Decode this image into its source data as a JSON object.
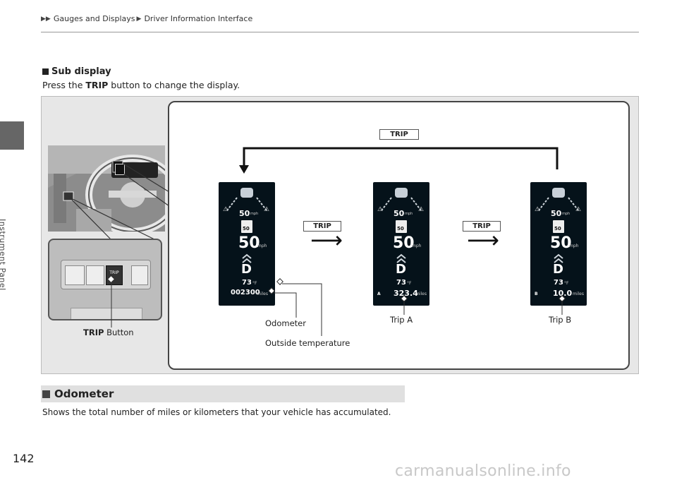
{
  "sidebar": {
    "section_label": "Instrument Panel"
  },
  "breadcrumb": {
    "items": [
      "Gauges and Displays",
      "Driver Information Interface"
    ]
  },
  "section": {
    "title": "Sub display",
    "intro_before": "Press the ",
    "intro_button": "TRIP",
    "intro_after": " button to change the display."
  },
  "figure": {
    "trip_label": "TRIP",
    "button_caption_bold": "TRIP",
    "button_caption_rest": " Button",
    "steering_button_label": "TRIP",
    "screens": [
      {
        "speed_small": "50",
        "unit_small": "mph",
        "limit": "50",
        "speed": "50",
        "unit": "mph",
        "gear": "D",
        "temp": "73",
        "temp_unit": "°F",
        "prefix": "",
        "reading": "002300",
        "reading_unit": "miles"
      },
      {
        "speed_small": "50",
        "unit_small": "mph",
        "limit": "50",
        "speed": "50",
        "unit": "mph",
        "gear": "D",
        "temp": "73",
        "temp_unit": "°F",
        "prefix": "A",
        "reading": "323.4",
        "reading_unit": "miles"
      },
      {
        "speed_small": "50",
        "unit_small": "mph",
        "limit": "50",
        "speed": "50",
        "unit": "mph",
        "gear": "D",
        "temp": "73",
        "temp_unit": "°F",
        "prefix": "B",
        "reading": "10.0",
        "reading_unit": "miles"
      }
    ],
    "callouts": {
      "odometer": "Odometer",
      "outside_temp": "Outside temperature",
      "trip_a": "Trip A",
      "trip_b": "Trip B"
    }
  },
  "odometer_section": {
    "title": "Odometer",
    "text": "Shows the total number of miles or kilometers that your vehicle has accumulated."
  },
  "page_number": "142",
  "watermark": "carmanualsonline.info"
}
